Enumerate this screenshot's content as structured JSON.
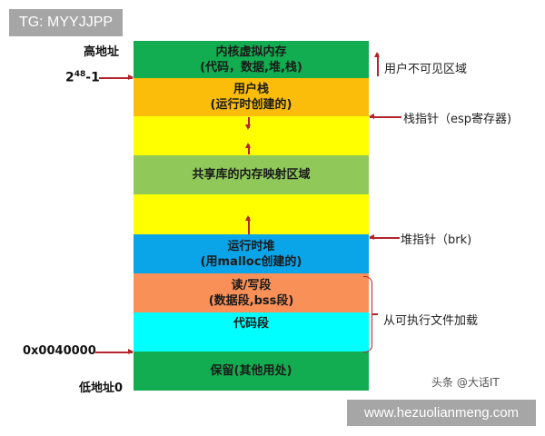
{
  "watermarks": {
    "top": "TG: MYYJJPP",
    "bottom": "www.hezuolianmeng.com",
    "credit": "头条 @大话IT"
  },
  "colors": {
    "kernel": "#12ad50",
    "user_stack": "#fbbd0a",
    "gap": "#ffff00",
    "shared_lib": "#90c95a",
    "heap": "#0aa5e8",
    "rw_segment": "#f99058",
    "code_segment": "#00ffff",
    "reserved": "#12ad50",
    "arrow": "#b3242b"
  },
  "bands": [
    {
      "id": "kernel",
      "line1": "内核虚拟内存",
      "line2": "(代码，数据,堆,栈)",
      "height": 41
    },
    {
      "id": "user_stack",
      "line1": "用户栈",
      "line2": "(运行时创建的)",
      "height": 42
    },
    {
      "id": "gap1",
      "line1": "",
      "line2": "",
      "height": 43
    },
    {
      "id": "shared_lib",
      "line1": "共享库的内存映射区域",
      "line2": "",
      "height": 43
    },
    {
      "id": "gap2",
      "line1": "",
      "line2": "",
      "height": 44
    },
    {
      "id": "heap",
      "line1": "运行时堆",
      "line2": "(用malloc创建的)",
      "height": 43
    },
    {
      "id": "rw_segment",
      "line1": "读/写段",
      "line2": "(数据段,bss段)",
      "height": 43
    },
    {
      "id": "code_segment",
      "line1": "代码段",
      "line2": "",
      "height": 43
    },
    {
      "id": "reserved",
      "line1": "保留(其他用处)",
      "line2": "",
      "height": 43
    }
  ],
  "left_labels": {
    "high_addr": "高地址",
    "kernel_boundary_base": "2",
    "kernel_boundary_exp": "48",
    "kernel_boundary_suffix": "-1",
    "text_start": "0x0040000",
    "low_addr": "低地址0"
  },
  "right_labels": {
    "user_invisible": "用户不可见区域",
    "stack_pointer": "栈指针（esp寄存器)",
    "heap_pointer": "堆指针（brk)",
    "loaded_from_exe": "从可执行文件加载"
  }
}
